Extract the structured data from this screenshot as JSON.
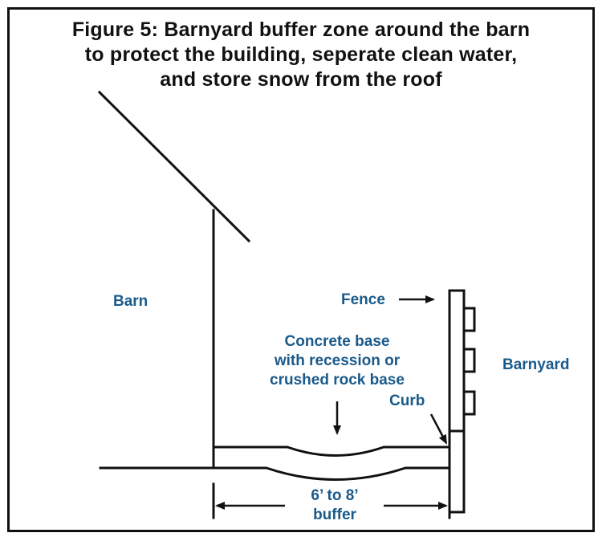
{
  "figure": {
    "title_lines": [
      "Figure 5: Barnyard buffer zone around the barn",
      "to protect the building, seperate clean water,",
      "and store snow from the roof"
    ]
  },
  "labels": {
    "barn": "Barn",
    "fence": "Fence",
    "barnyard": "Barnyard",
    "concrete_lines": [
      "Concrete base",
      "with recession or",
      "crushed rock base"
    ],
    "curb": "Curb",
    "buffer_lines": [
      "6’ to 8’",
      "buffer"
    ]
  },
  "colors": {
    "label": "#1a5a8a",
    "line": "#111111"
  }
}
